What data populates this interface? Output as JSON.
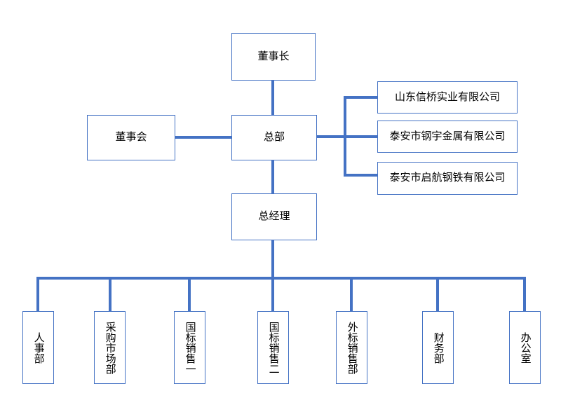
{
  "org_chart": {
    "nodes": {
      "chairman": {
        "label": "董事长"
      },
      "board": {
        "label": "董事会"
      },
      "headquarters": {
        "label": "总部"
      },
      "general_manager": {
        "label": "总经理"
      }
    },
    "subsidiaries": [
      {
        "label": "山东信桥实业有限公司"
      },
      {
        "label": "泰安市钢宇金属有限公司"
      },
      {
        "label": "泰安市启航钢铁有限公司"
      }
    ],
    "departments": [
      {
        "label": "人事部"
      },
      {
        "label": "采购市场部"
      },
      {
        "label": "国标销售一"
      },
      {
        "label": "国标销售二"
      },
      {
        "label": "外标销售部"
      },
      {
        "label": "财务部"
      },
      {
        "label": "办公室"
      }
    ],
    "colors": {
      "connector": "#4472C4",
      "box_border": "#4472C4",
      "text": "#000000",
      "background": "#FFFFFF"
    }
  }
}
